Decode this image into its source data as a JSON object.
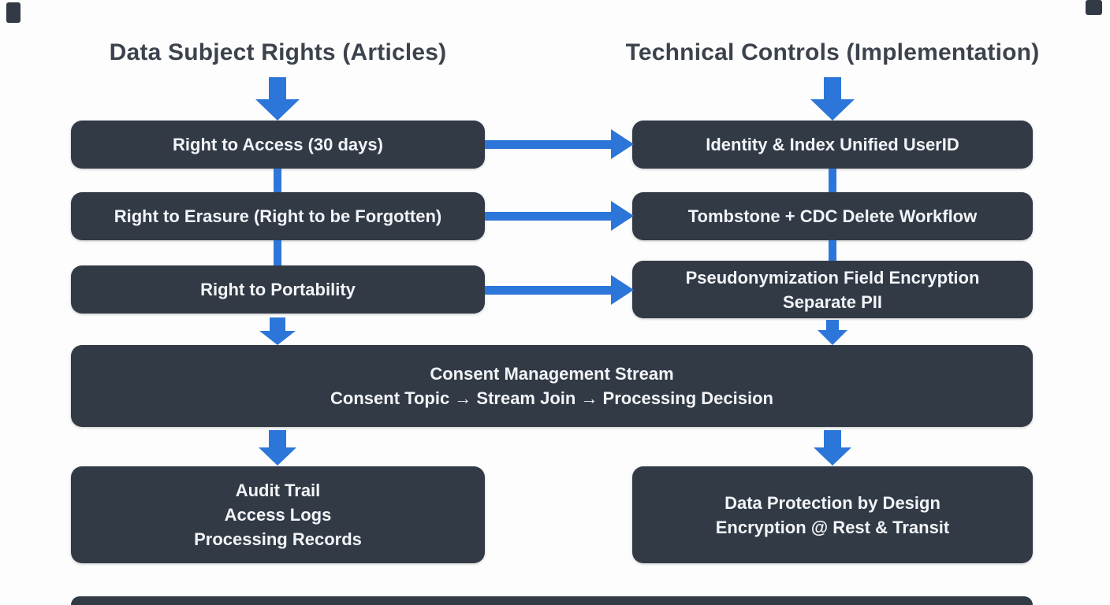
{
  "colors": {
    "background": "#fdfdfd",
    "box": "#323a46",
    "arrow_blue": "#2d76d9",
    "heading_text": "#3c434d",
    "box_text": "#f2f4f7"
  },
  "headings": {
    "left": "Data Subject Rights (Articles)",
    "right": "Technical Controls (Implementation)"
  },
  "boxes": {
    "access": {
      "lines": [
        "Right to Access (30 days)"
      ]
    },
    "erasure": {
      "lines": [
        "Right to Erasure (Right to be Forgotten)"
      ]
    },
    "portability": {
      "lines": [
        "Right to Portability"
      ]
    },
    "identity": {
      "lines": [
        "Identity & Index Unified UserID"
      ]
    },
    "tombstone": {
      "lines": [
        "Tombstone + CDC Delete Workflow"
      ]
    },
    "pseudonymization": {
      "lines": [
        "Pseudonymization Field Encryption",
        "Separate PII"
      ]
    },
    "consent": {
      "lines": [
        "Consent Management Stream",
        "Consent Topic → Stream Join → Processing Decision"
      ]
    },
    "audit": {
      "lines": [
        "Audit Trail",
        "Access Logs",
        "Processing Records"
      ]
    },
    "protection": {
      "lines": [
        "Data Protection by Design",
        "Encryption @ Rest & Transit"
      ]
    }
  }
}
